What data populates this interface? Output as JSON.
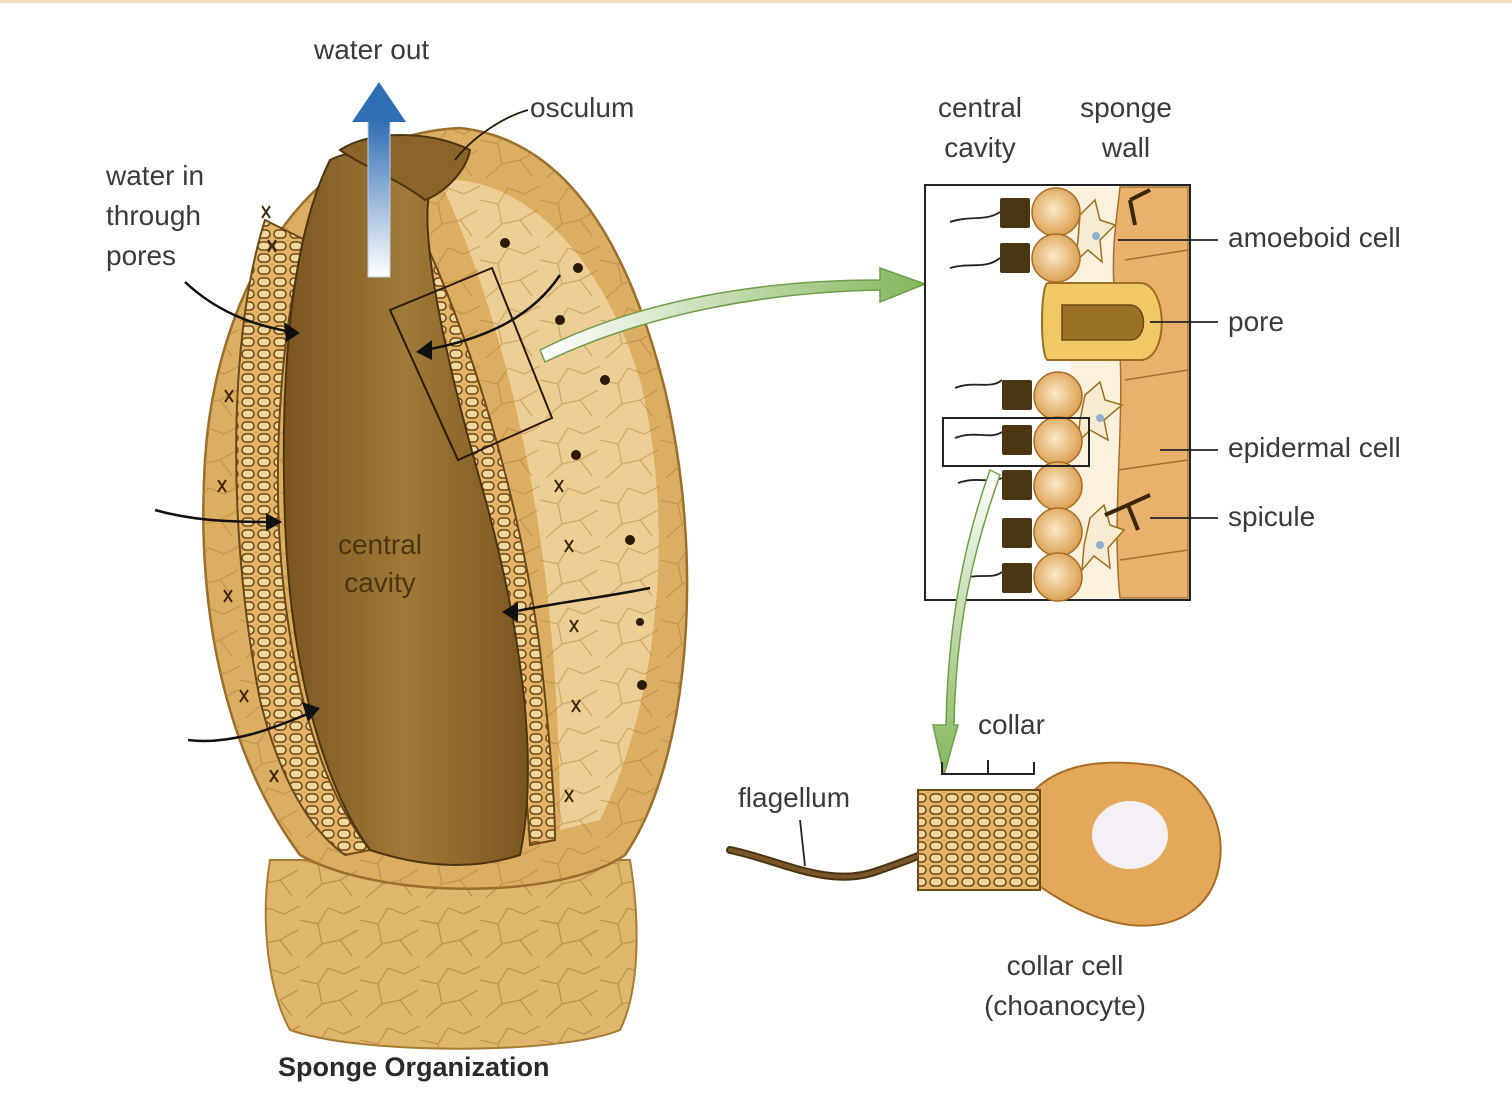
{
  "labels": {
    "water_out": "water out",
    "osculum": "osculum",
    "water_in": [
      "water in",
      "through",
      "pores"
    ],
    "central_cavity_main": [
      "central",
      "cavity"
    ],
    "central_cavity_inset": [
      "central",
      "cavity"
    ],
    "sponge_wall": [
      "sponge",
      "wall"
    ],
    "amoeboid_cell": "amoeboid cell",
    "pore": "pore",
    "epidermal_cell": "epidermal cell",
    "spicule": "spicule",
    "collar": "collar",
    "flagellum": "flagellum",
    "collar_cell": [
      "collar cell",
      "(choanocyte)"
    ]
  },
  "caption": "Sponge Organization",
  "colors": {
    "sponge_body": "#dcae62",
    "cavity": "#8a6428",
    "collar_band": "#7a5a1e",
    "water_arrow": "#3f78b8",
    "pointer_arrow": "#8cbd5e",
    "cell_body": "#e4a85a"
  }
}
